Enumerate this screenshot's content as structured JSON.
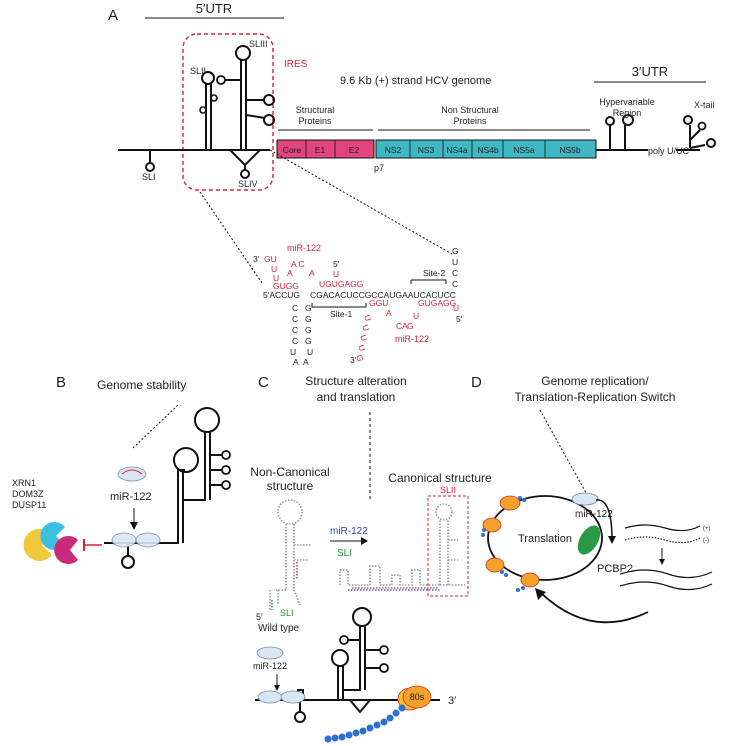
{
  "colors": {
    "accent_red": "#d8203a",
    "structural_pink": "#e0457b",
    "nonstructural_teal": "#3fb8c4",
    "ribosome_orange": "#f2a12a",
    "blue_beads": "#2f6fd0",
    "pcbp2_green": "#2a9a45"
  },
  "panelA": {
    "letter": "A",
    "utr5_label": "5′UTR",
    "utr3_label": "3′UTR",
    "ires_label": "IRES",
    "genome_label": "9.6 Kb (+) strand HCV genome",
    "structural_label_1": "Structural",
    "structural_label_2": "Proteins",
    "nonstructural_label_1": "Non Structural",
    "nonstructural_label_2": "Proteins",
    "hypervariable_1": "Hypervariable",
    "hypervariable_2": "Region",
    "xtail": "X-tail",
    "poly": "poly U/UC",
    "p7": "p7",
    "stemloops": {
      "sl1": "SLI",
      "sl2": "SLII",
      "sl3": "SLIII",
      "sl4": "SLIV"
    },
    "genes": [
      "Core",
      "E1",
      "E2",
      "NS2",
      "NS3",
      "NS4a",
      "NS4b",
      "NS5a",
      "NS5b"
    ]
  },
  "seq": {
    "mir_label_top": "miR-122",
    "mir_label_bottom": "miR-122",
    "site1": "Site-1",
    "site2": "Site-2",
    "prime3_top": "3′",
    "gu": "GU",
    "u1": "U",
    "u2": "U",
    "ugg": "GUGG",
    "ac": "A C",
    "a1": "A",
    "a2": "A",
    "ugugagg": "UGUGAGG",
    "prime5_mid": "5′",
    "u_mid": "U",
    "prime5_accug": "5′ACCUG",
    "core_seq": "CGACACUCCGCCAUGAAUCACUCC",
    "right_col": [
      "G",
      "U",
      "C",
      "C"
    ],
    "stem_left": [
      "C",
      "C",
      "C",
      "C",
      "U",
      "A"
    ],
    "stem_right": [
      "G",
      "G",
      "G",
      "G",
      "U",
      "A"
    ],
    "ggu": "GGU",
    "gugagg": "GUGAGG",
    "u_right": "U",
    "prime5_right": "5′",
    "a_b": "A",
    "g_b": "G",
    "ca_b": "CA",
    "u_b": "U",
    "tail_vert": [
      "U",
      "U",
      "U",
      "U",
      "G"
    ],
    "prime3_bottom": "3′"
  },
  "panelB": {
    "letter": "B",
    "title": "Genome stability",
    "enzymes": [
      "XRN1",
      "DOM3Z",
      "DUSP11"
    ],
    "mir": "miR-122"
  },
  "panelC": {
    "letter": "C",
    "title_1": "Structure alteration",
    "title_2": "and translation",
    "noncanonical_1": "Non-Canonical",
    "noncanonical_2": "structure",
    "canonical": "Canonical  structure",
    "mir": "miR-122",
    "sli_arrow": "SLI",
    "sli_wt": "SLI",
    "prime5": "5′",
    "wildtype": "Wild type",
    "slii": "SLII"
  },
  "panelD": {
    "letter": "D",
    "title_1": "Genome replication/",
    "title_2": "Translation-Replication Switch",
    "translation": "Translation",
    "mir": "miR-122",
    "pcbp2": "PCBP2",
    "plus": "(+)",
    "minus": "(-)"
  },
  "bottom": {
    "mir": "miR-122",
    "ribosome": "80s",
    "prime3": "3′"
  }
}
